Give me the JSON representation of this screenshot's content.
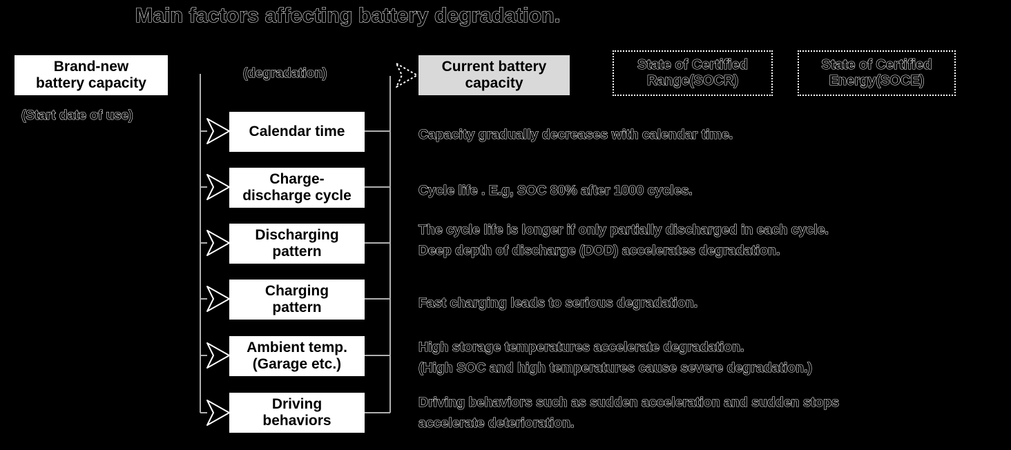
{
  "title": "Main factors affecting battery degradation.",
  "colors": {
    "background": "#000000",
    "box_fill": "#ffffff",
    "current_box_fill": "#d9d9d9",
    "line": "#b0b0b0",
    "outline_stroke": "#ffffff"
  },
  "left": {
    "start_box_label": "Brand-new\nbattery capacity",
    "start_caption": "(Start date of use)"
  },
  "middle": {
    "degradation_label": "(degradation)"
  },
  "right": {
    "current_box_label": "Current battery\ncapacity",
    "socr_label": "State of Certified\nRange(SOCR)",
    "soce_label": "State of Certified\nEnergy(SOCE)"
  },
  "factors": [
    {
      "label": "Calendar time",
      "description": "Capacity gradually decreases with calendar time."
    },
    {
      "label": "Charge-\ndischarge cycle",
      "description": "Cycle life . E.g, SOC 80% after 1000 cycles."
    },
    {
      "label": "Discharging\npattern",
      "description": "The cycle life is longer if only partially discharged in each cycle.\nDeep depth of discharge (DOD) accelerates degradation."
    },
    {
      "label": "Charging\npattern",
      "description": "Fast charging  leads to serious degradation."
    },
    {
      "label": "Ambient temp.\n(Garage etc.)",
      "description": "High storage temperatures accelerate degradation.\n(High SOC and high temperatures cause severe degradation.)"
    },
    {
      "label": "Driving\nbehaviors",
      "description": "Driving behaviors such as sudden acceleration and sudden stops\naccelerate deterioration."
    }
  ],
  "icons": {
    "arrow_to_current": "arrow-right-icon",
    "branch_arrows": "arrow-right-icon"
  }
}
